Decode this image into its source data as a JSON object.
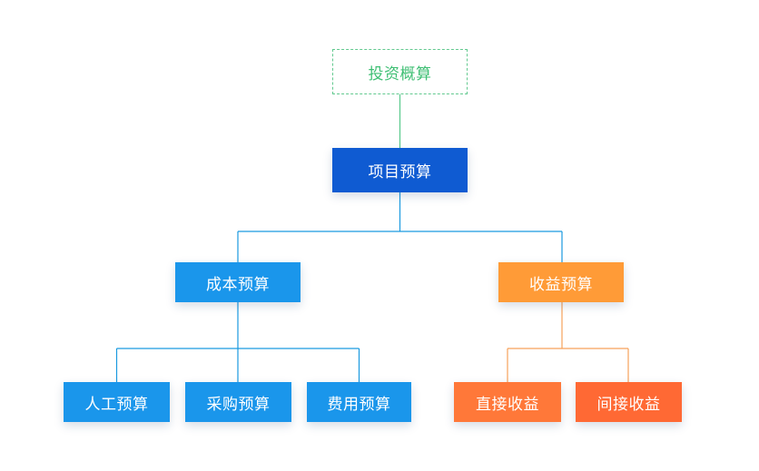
{
  "diagram": {
    "root": {
      "label": "投资概算"
    },
    "project": {
      "label": "项目预算"
    },
    "cost": {
      "label": "成本预算",
      "children": [
        {
          "label": "人工预算"
        },
        {
          "label": "采购预算"
        },
        {
          "label": "费用预算"
        }
      ]
    },
    "revenue": {
      "label": "收益预算",
      "children": [
        {
          "label": "直接收益"
        },
        {
          "label": "间接收益"
        }
      ]
    }
  },
  "colors": {
    "root_border": "#62c98f",
    "root_text": "#3fbf74",
    "project": "#0f5bd2",
    "cost": "#1a96eb",
    "revenue": "#ff9b37",
    "direct": "#ff7839",
    "indirect": "#ff6934",
    "line_green": "#58c98a",
    "line_blue": "#1a9ae0",
    "line_orange": "#f7a15a"
  }
}
